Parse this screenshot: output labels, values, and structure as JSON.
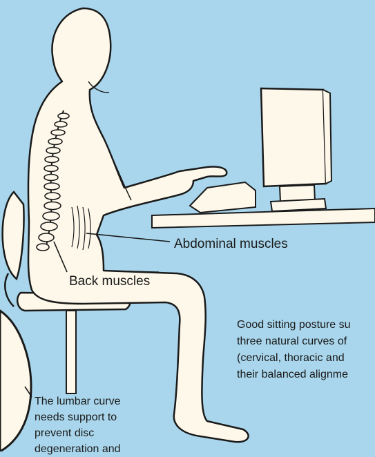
{
  "labels": {
    "abdominal": "Abdominal muscles",
    "back": "Back muscles",
    "good_sitting": [
      "Good sitting posture su",
      "three natural curves of",
      "(cervical, thoracic and",
      "their balanced alignme"
    ],
    "lumbar": [
      "The lumbar curve",
      "needs support to",
      "prevent disc",
      "degeneration and"
    ]
  },
  "colors": {
    "background": "#a9d6ec",
    "figure": "#fdf8ea",
    "ink": "#1a1a1a"
  }
}
